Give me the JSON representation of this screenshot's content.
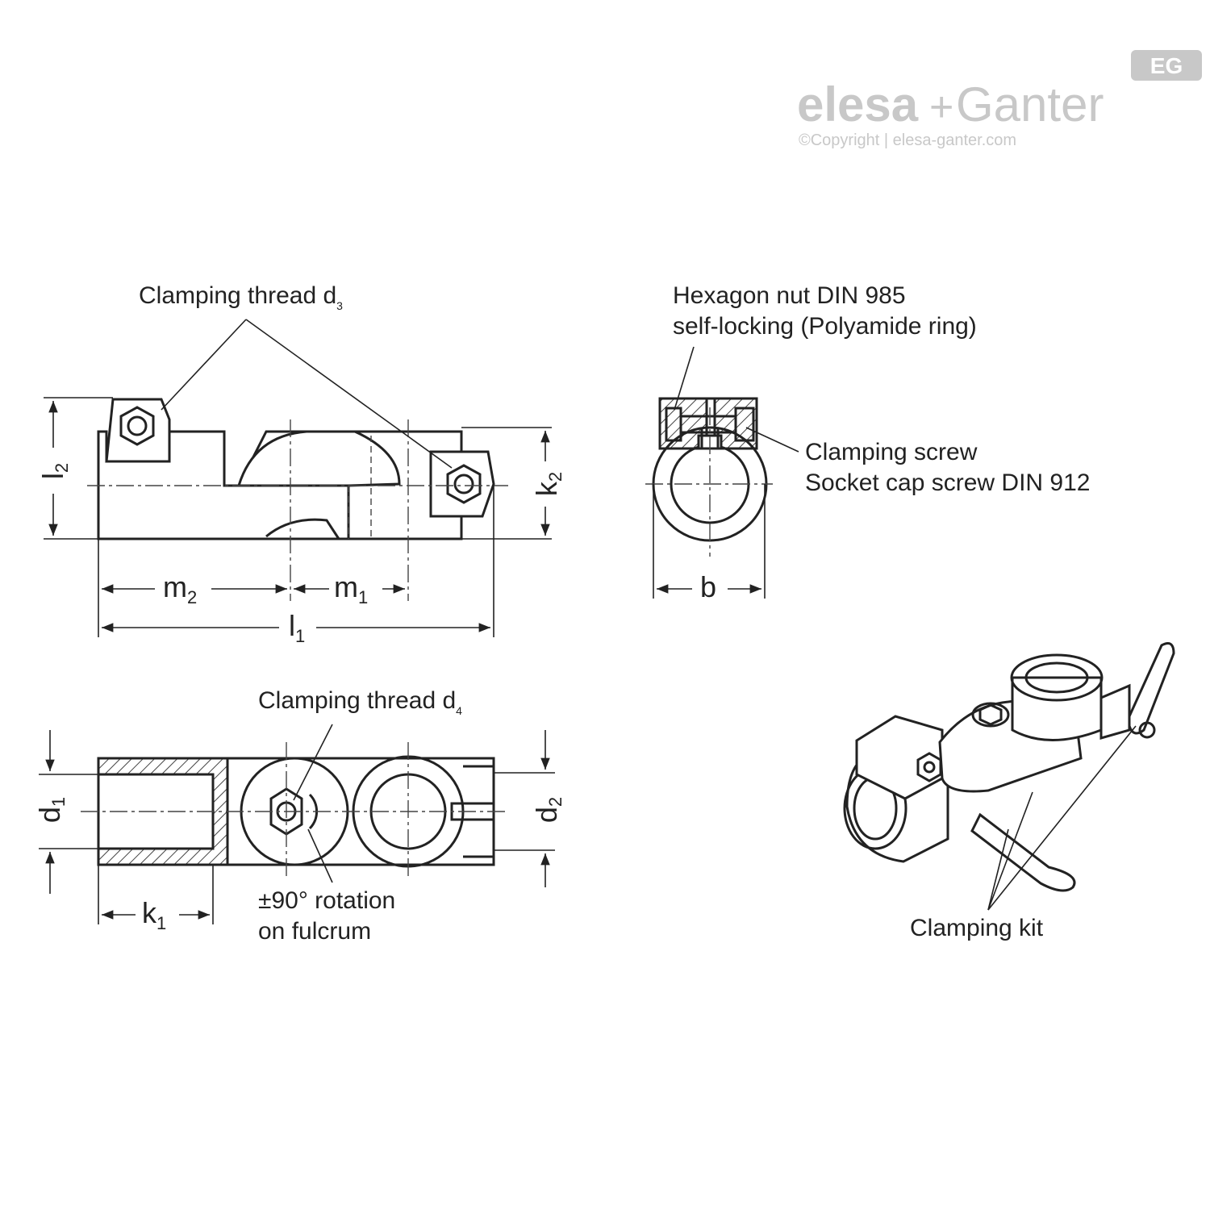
{
  "brand": {
    "logo_left": "elesa",
    "logo_plus": "+",
    "logo_right": "Ganter",
    "badge": "EG",
    "copyright": "©Copyright | elesa-ganter.com"
  },
  "labels": {
    "clamping_thread_d3": "Clamping thread d",
    "clamping_thread_d3_sub": "3",
    "hexagon_nut_line1": "Hexagon nut  DIN 985",
    "hexagon_nut_line2": "self-locking (Polyamide ring)",
    "clamping_screw_line1": "Clamping screw",
    "clamping_screw_line2": "Socket cap screw DIN 912",
    "clamping_thread_d4": "Clamping thread d",
    "clamping_thread_d4_sub": "4",
    "rotation_line1": "±90° rotation",
    "rotation_line2": "on fulcrum",
    "clamping_kit": "Clamping kit"
  },
  "dimensions": {
    "l2": "l",
    "l2_sub": "2",
    "k2": "k",
    "k2_sub": "2",
    "m2": "m",
    "m2_sub": "2",
    "m1": "m",
    "m1_sub": "1",
    "l1": "l",
    "l1_sub": "1",
    "b": "b",
    "d1": "d",
    "d1_sub": "1",
    "d2": "d",
    "d2_sub": "2",
    "k1": "k",
    "k1_sub": "1"
  }
}
